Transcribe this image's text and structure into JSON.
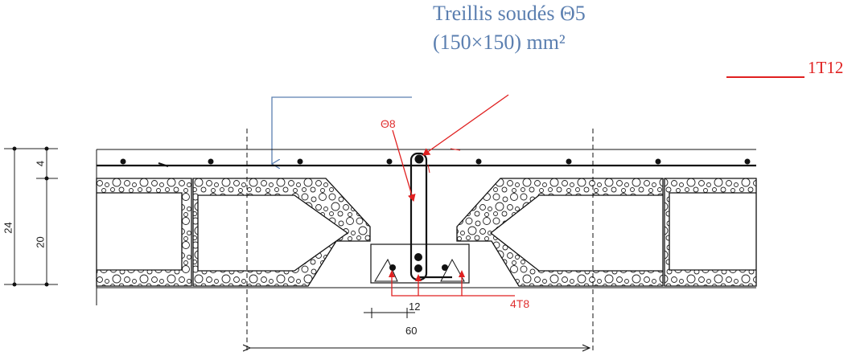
{
  "labels": {
    "mesh_line1": "Treillis soudés Θ5",
    "mesh_line2": "(150×150) mm²",
    "top_bar": "1T12",
    "stirrup": "Θ8",
    "bottom_bars": "4T8"
  },
  "dimensions": {
    "total_height": "24",
    "top_slab": "4",
    "block_height": "20",
    "rib_width": "12",
    "spacing": "60"
  },
  "colors": {
    "blue": "#5b7fb0",
    "red": "#e02020",
    "line": "#111111"
  }
}
